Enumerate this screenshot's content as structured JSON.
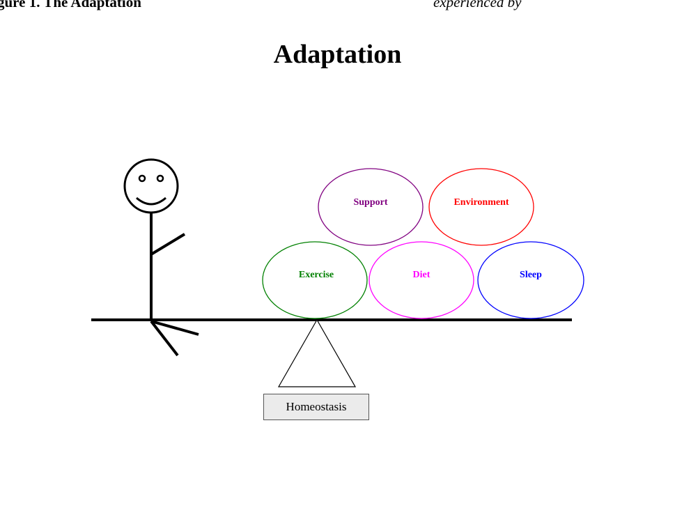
{
  "caption": {
    "bold_part": "gure 1. The Adaptation",
    "italic_part": "experienced by"
  },
  "title": "Adaptation",
  "ovals": [
    {
      "id": "support",
      "label": "Support",
      "color": "#800080"
    },
    {
      "id": "environment",
      "label": "Environment",
      "color": "#ff0000"
    },
    {
      "id": "exercise",
      "label": "Exercise",
      "color": "#008000"
    },
    {
      "id": "diet",
      "label": "Diet",
      "color": "#ff00ff"
    },
    {
      "id": "sleep",
      "label": "Sleep",
      "color": "#0000ff"
    }
  ],
  "fulcrum_label": "Homeostasis"
}
